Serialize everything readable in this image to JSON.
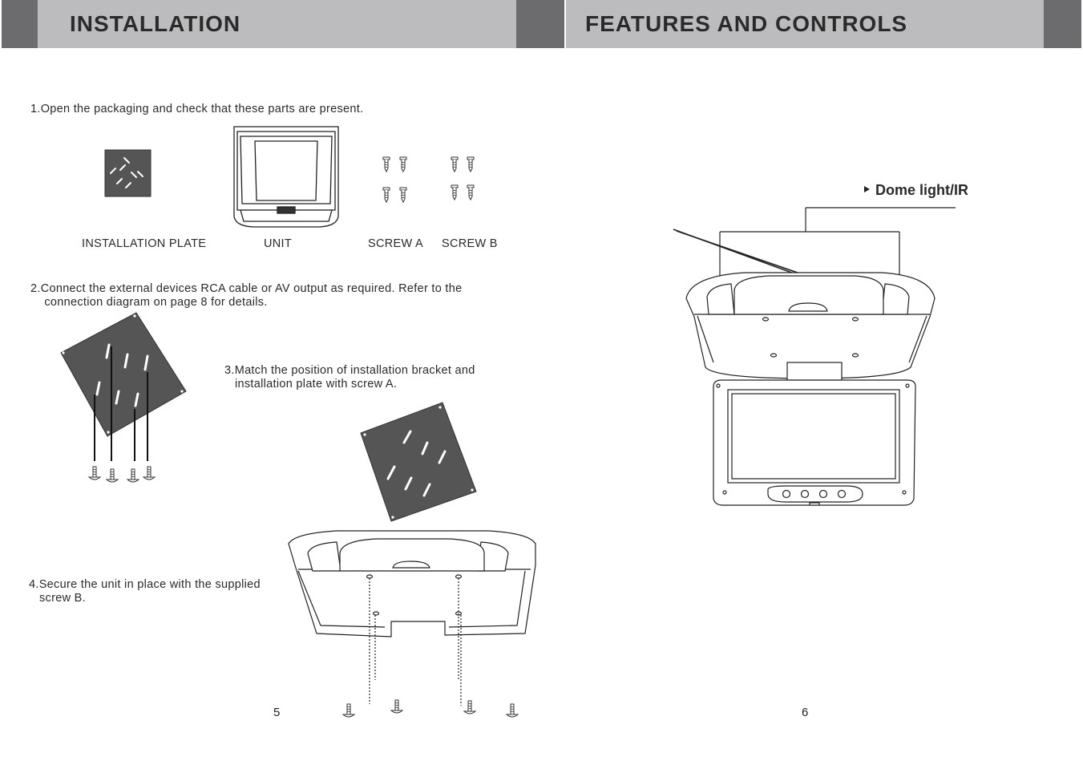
{
  "left_page": {
    "title": "INSTALLATION",
    "step1": "1.Open the packaging and check that these parts are present.",
    "parts": {
      "plate": "INSTALLATION PLATE",
      "unit": "UNIT",
      "screw_a": "SCREW A",
      "screw_b": "SCREW B"
    },
    "step2": "2.Connect the external devices RCA cable or AV output as required. Refer to the\n    connection diagram on page 8 for details.",
    "step3": "3.Match the position of installation bracket and\n   installation plate with screw A.",
    "step4": "4.Secure the unit in place with the supplied\n   screw B.",
    "page_number": "5"
  },
  "right_page": {
    "title": "FEATURES AND CONTROLS",
    "callout": "Dome light/IR",
    "page_number": "6"
  }
}
